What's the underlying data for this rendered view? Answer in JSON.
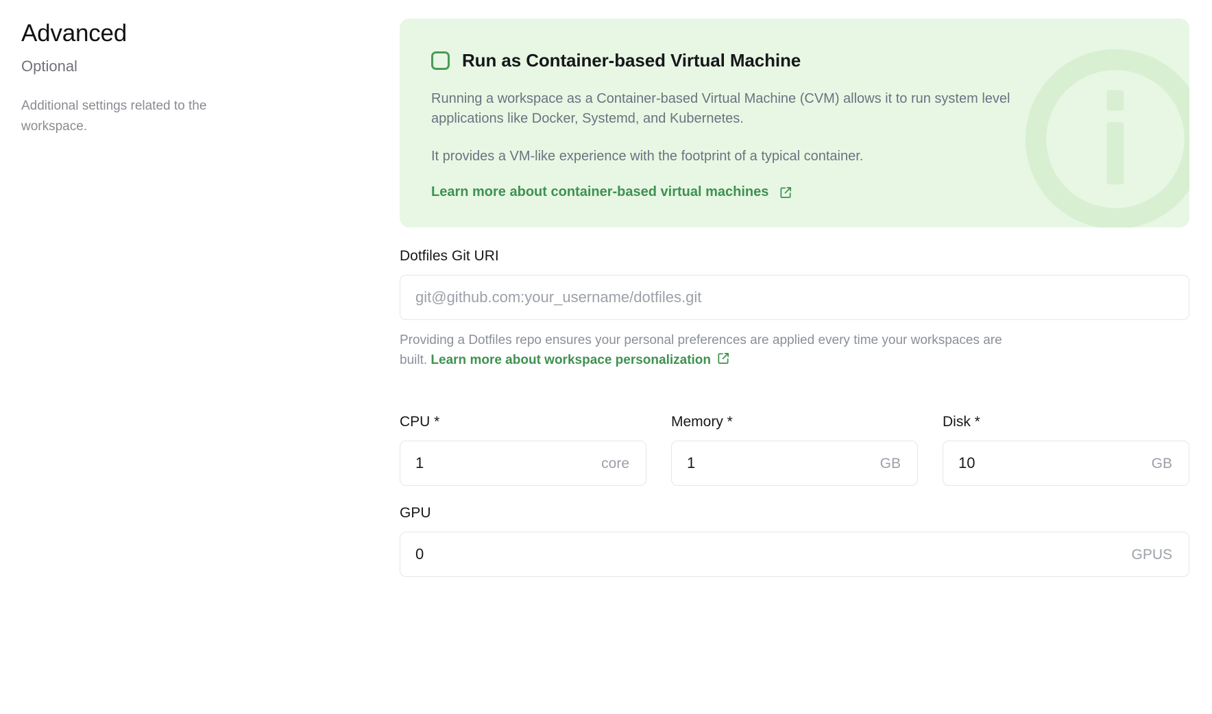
{
  "colors": {
    "notice_bg": "#e7f7e4",
    "accent_green": "#3f9150",
    "checkbox_border": "#4a9b54",
    "muted_text": "#8a8f98",
    "input_border": "#e4e6ec"
  },
  "sidebar": {
    "title": "Advanced",
    "subtitle": "Optional",
    "description": "Additional settings related to the workspace."
  },
  "notice": {
    "checkbox_label": "Run as Container-based Virtual Machine",
    "checkbox_checked": false,
    "paragraph_1": "Running a workspace as a Container-based Virtual Machine (CVM) allows it to run system level applications like Docker, Systemd, and Kubernetes.",
    "paragraph_2": "It provides a VM-like experience with the footprint of a typical container.",
    "link_label": "Learn more about container-based virtual machines",
    "link_icon": "external-link-icon",
    "watermark_icon": "info-circle-icon"
  },
  "dotfiles": {
    "label": "Dotfiles Git URI",
    "value": "",
    "placeholder": "git@github.com:your_username/dotfiles.git",
    "help_prefix": "Providing a Dotfiles repo ensures your personal preferences are applied every time your workspaces are built.",
    "help_link": "Learn more about workspace personalization",
    "help_link_icon": "external-link-icon"
  },
  "resources": [
    {
      "label": "CPU *",
      "value": "1",
      "unit": "core",
      "name": "cpu"
    },
    {
      "label": "Memory *",
      "value": "1",
      "unit": "GB",
      "name": "memory"
    },
    {
      "label": "Disk *",
      "value": "10",
      "unit": "GB",
      "name": "disk"
    }
  ],
  "gpu": {
    "label": "GPU",
    "value": "0",
    "unit": "GPUS"
  }
}
